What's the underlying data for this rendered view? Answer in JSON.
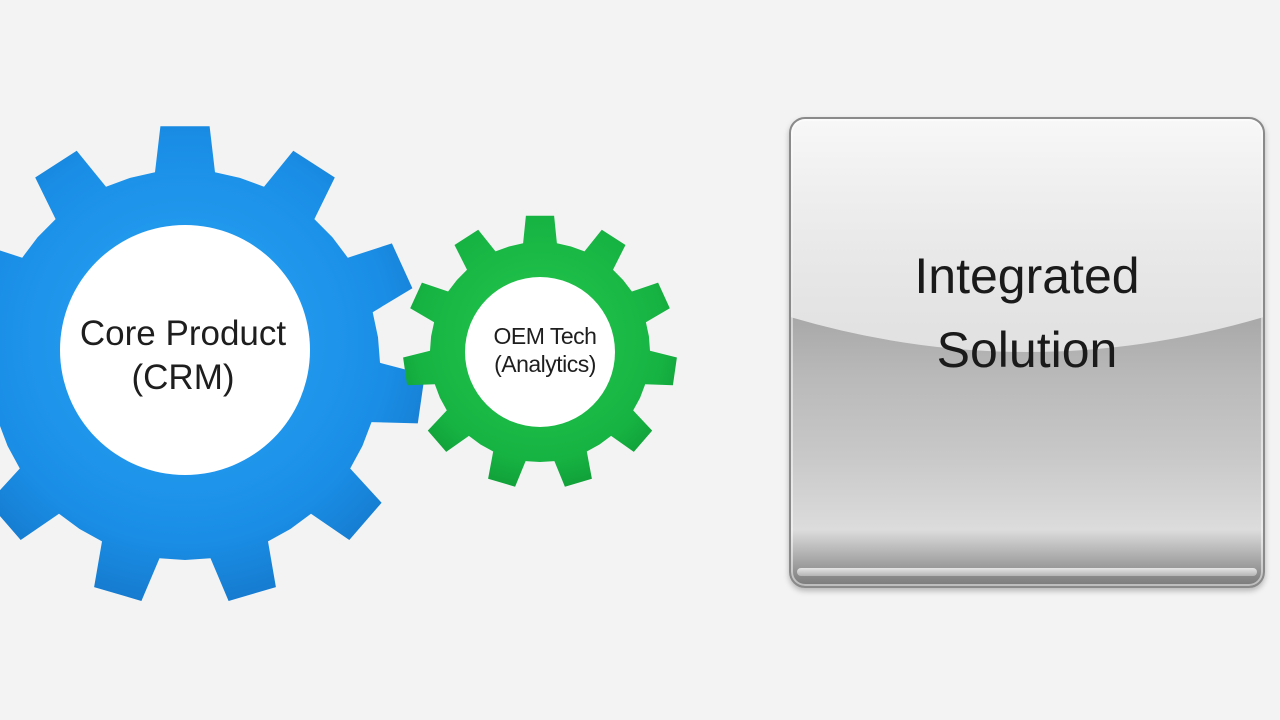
{
  "diagram": {
    "core_gear": {
      "label_line1": "Core Product",
      "label_line2": "(CRM)",
      "color": "#1b8fe3"
    },
    "oem_gear": {
      "label_line1": "OEM Tech",
      "label_line2": "(Analytics)",
      "color": "#18b845"
    },
    "solution_box": {
      "label_line1": "Integrated",
      "label_line2": "Solution"
    }
  }
}
